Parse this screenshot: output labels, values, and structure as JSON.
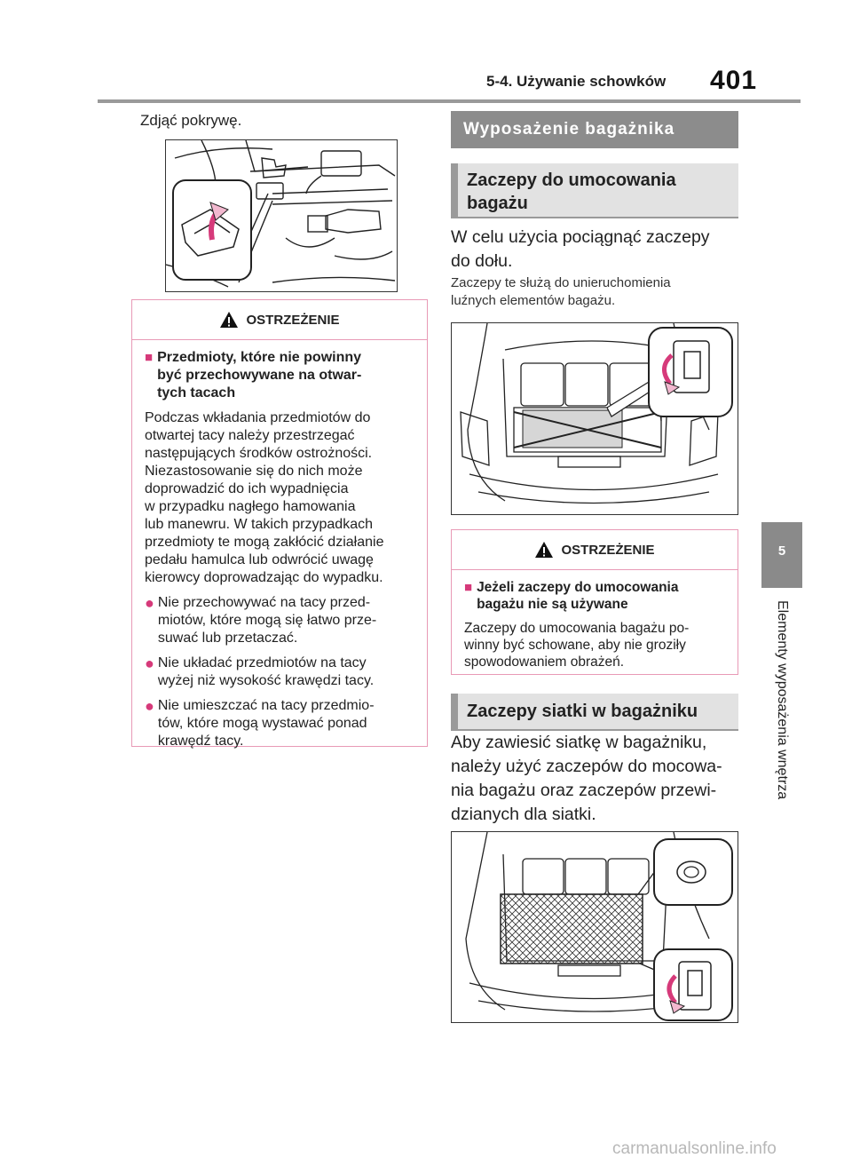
{
  "header": {
    "section": "5-4. Używanie schowków",
    "page_number": "401"
  },
  "side_tab": {
    "number": "5",
    "chapter": "Elementy wyposażenia wnętrza"
  },
  "left": {
    "intro": "Zdjąć pokrywę.",
    "warning": {
      "label": "OSTRZEŻENIE",
      "title": "Przedmioty, które nie powinny być przechowywane na otwartych tacach",
      "title_lines": [
        "Przedmioty, które nie powinny",
        "być przechowywane na otwar-",
        "tych tacach"
      ],
      "paragraph_lines": [
        "Podczas wkładania przedmiotów do",
        "otwartej tacy należy przestrzegać",
        "następujących środków ostrożności.",
        "Niezastosowanie się do nich może",
        "doprowadzić do ich wypadnięcia",
        "w przypadku nagłego hamowania",
        "lub manewru. W takich przypadkach",
        "przedmioty te mogą zakłócić działanie",
        "pedału hamulca lub odwrócić uwagę",
        "kierowcy doprowadzając do wypadku."
      ],
      "bullets": [
        [
          "Nie przechowywać na tacy przed-",
          "miotów, które mogą się łatwo prze-",
          "suwać lub przetaczać."
        ],
        [
          "Nie układać przedmiotów na tacy",
          "wyżej niż wysokość krawędzi tacy."
        ],
        [
          "Nie umieszczać na tacy przedmio-",
          "tów, które mogą wystawać ponad",
          "krawędź tacy."
        ]
      ]
    }
  },
  "right": {
    "heading_main": "Wyposażenie bagażnika",
    "heading_sub1_lines": [
      "Zaczepy do umocowania",
      "bagażu"
    ],
    "para1_lines": [
      "W celu użycia pociągnąć zaczepy",
      "do dołu."
    ],
    "para2_lines": [
      "Zaczepy te służą do unieruchomienia",
      "luźnych elementów bagażu."
    ],
    "warning2": {
      "label": "OSTRZEŻENIE",
      "title_lines": [
        "Jeżeli zaczepy do umocowania",
        "bagażu nie są używane"
      ],
      "paragraph_lines": [
        "Zaczepy do umocowania bagażu po-",
        "winny być schowane, aby nie groziły",
        "spowodowaniem obrażeń."
      ]
    },
    "heading_sub2": "Zaczepy siatki w bagażniku",
    "para3_lines": [
      "Aby zawiesić siatkę w bagażniku,",
      "należy użyć zaczepów do mocowa-",
      "nia bagażu oraz zaczepów przewi-",
      "dzianych dla siatki."
    ]
  },
  "footer": {
    "watermark": "carmanualsonline.info"
  },
  "colors": {
    "accent_pink": "#d63a7a",
    "warning_border": "#e89ab6",
    "banner_gray": "#8c8c8c"
  }
}
